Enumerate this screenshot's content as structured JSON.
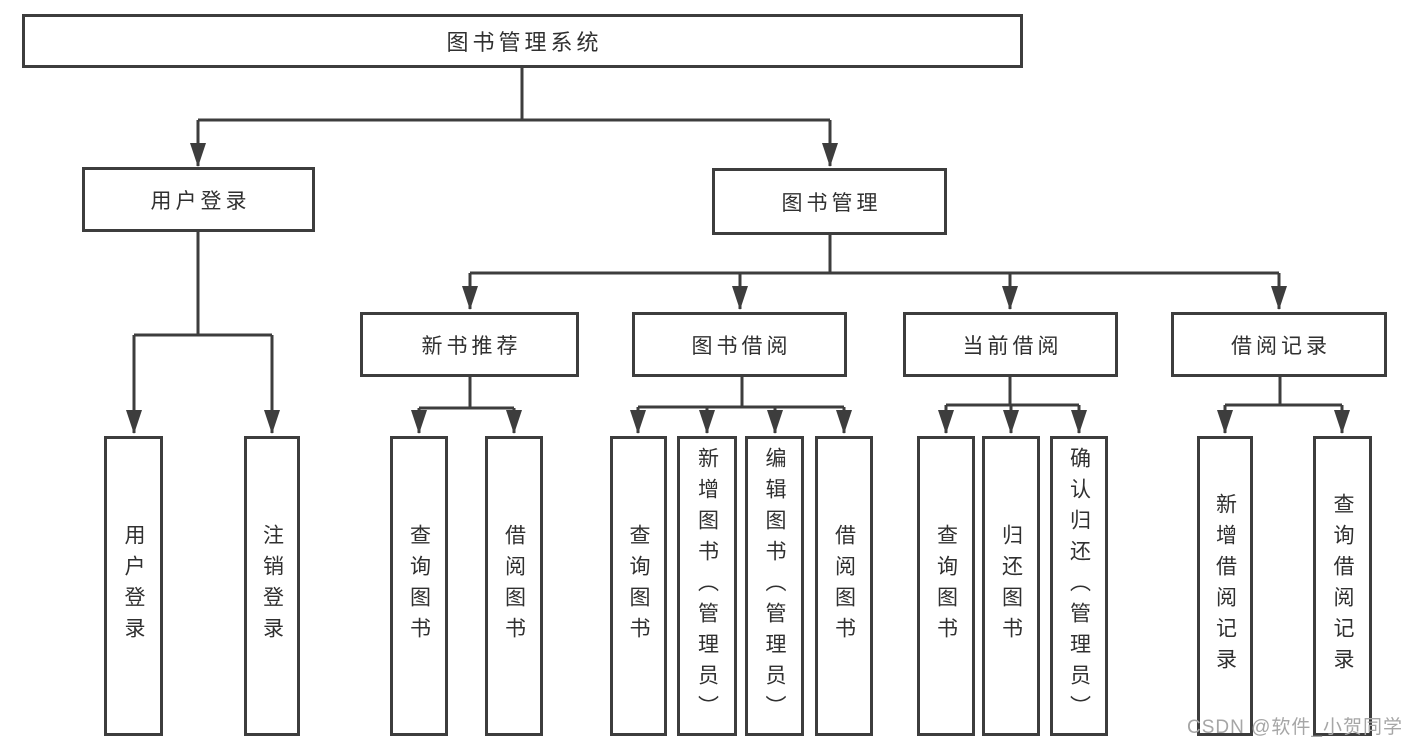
{
  "root": "图书管理系统",
  "level2": {
    "user_login": "用户登录",
    "book_mgmt": "图书管理"
  },
  "level3": {
    "new_book": "新书推荐",
    "book_borrow": "图书借阅",
    "current_borrow": "当前借阅",
    "borrow_records": "借阅记录"
  },
  "leaves": {
    "user_login": [
      "用户登录",
      "注销登录"
    ],
    "new_book": [
      "查询图书",
      "借阅图书"
    ],
    "book_borrow": [
      "查询图书",
      "新增图书（管理员）",
      "编辑图书（管理员）",
      "借阅图书"
    ],
    "current_borrow": [
      "查询图书",
      "归还图书",
      "确认归还（管理员）"
    ],
    "borrow_records": [
      "新增借阅记录",
      "查询借阅记录"
    ]
  },
  "watermark": "CSDN @软件_小贺同学",
  "colors": {
    "line": "#3d3d3d",
    "text": "#303030",
    "box_bg": "#ffffff",
    "background": "#ffffff",
    "watermark": "#a6a6a6"
  }
}
